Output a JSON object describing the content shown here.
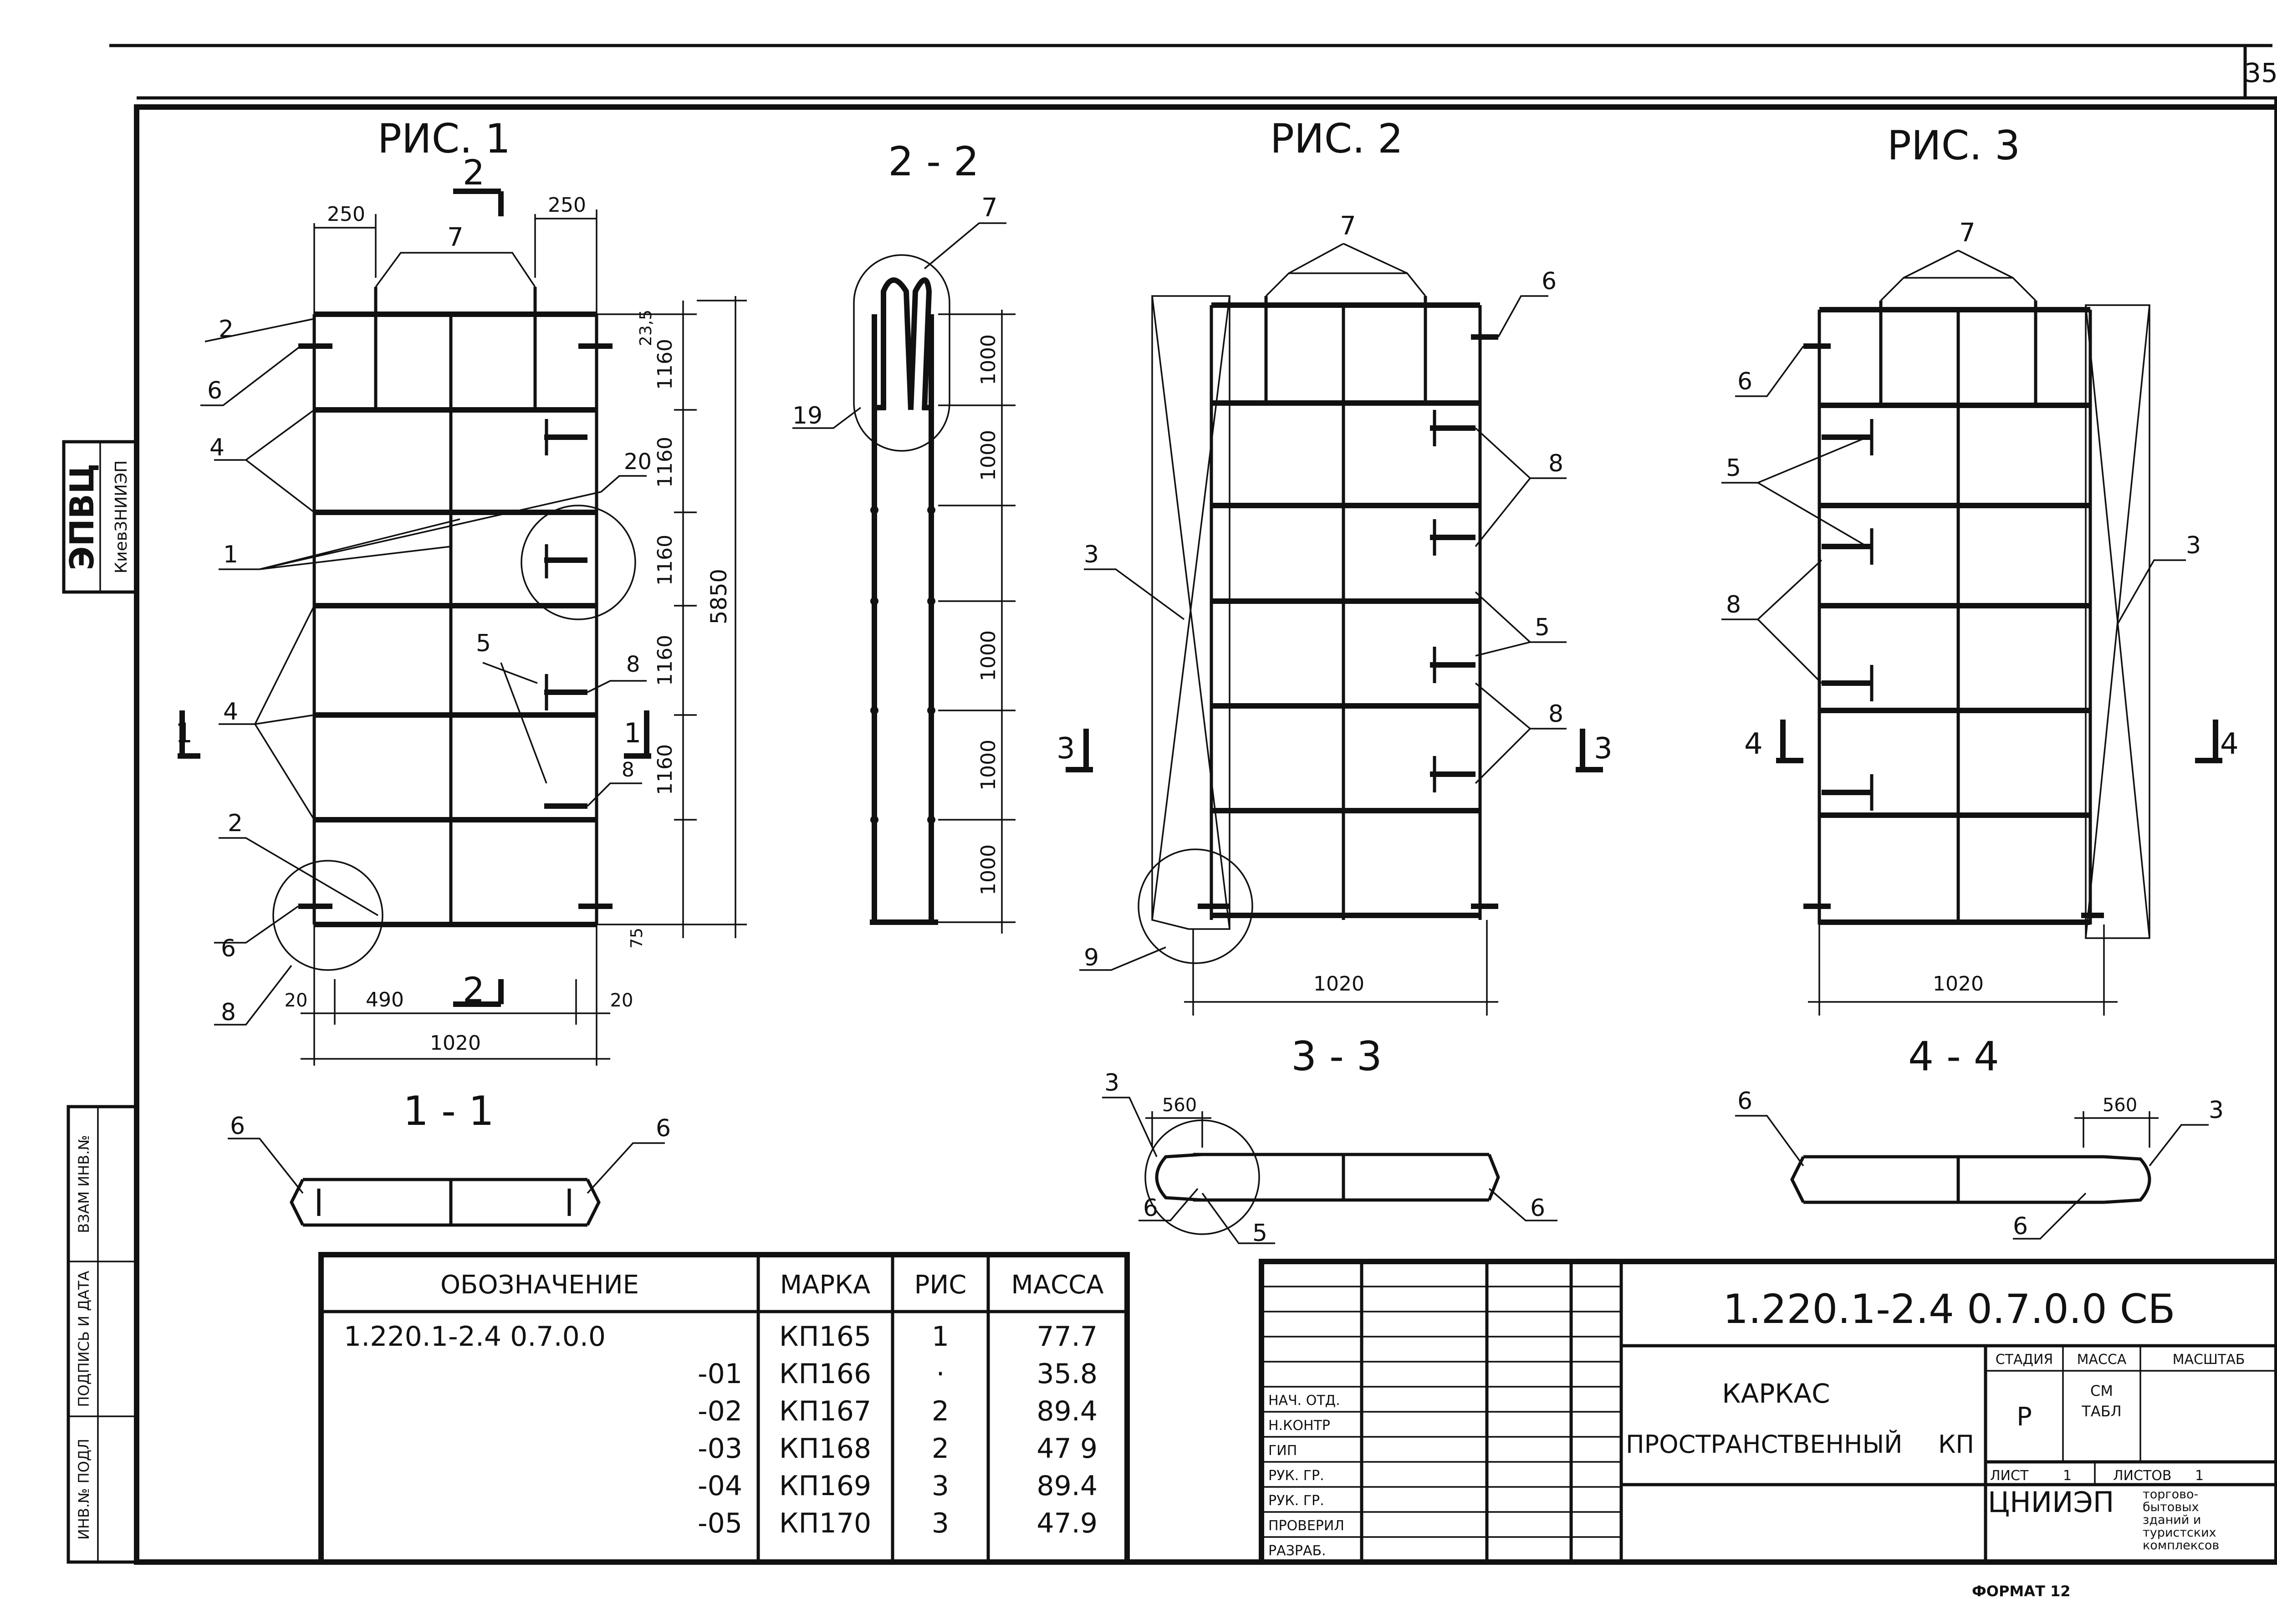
{
  "sheet_number": "35",
  "left_strip": {
    "org": "ЭПВЦ",
    "org_sub": "КиевЗНИИЭП",
    "vzam_inv": "ВЗАМ ИНВ.№",
    "podpis_data": "ПОДПИСЬ И ДАТА",
    "inv_podl": "ИНВ.№ ПОДЛ"
  },
  "figures": {
    "ris1": "РИС. 1",
    "ris2": "РИС. 2",
    "ris3": "РИС. 3",
    "sec22": "2 - 2",
    "sec11": "1 - 1",
    "sec33": "3 - 3",
    "sec44": "4 - 4"
  },
  "dims": {
    "d250": "250",
    "d1160": "1160",
    "d5850": "5850",
    "d235": "23,5",
    "d75": "75",
    "d20": "20",
    "d490": "490",
    "d1020": "1020",
    "d1000": "1000",
    "d560": "560"
  },
  "cuts": {
    "c1": "1",
    "c2": "2",
    "c3": "3",
    "c4": "4"
  },
  "callouts": {
    "n1": "1",
    "n2": "2",
    "n3": "3",
    "n4": "4",
    "n5": "5",
    "n6": "6",
    "n7": "7",
    "n8": "8",
    "n9": "9",
    "n19": "19",
    "n20": "20"
  },
  "spec_table": {
    "headers": [
      "ОБОЗНАЧЕНИЕ",
      "МАРКА",
      "РИС",
      "МАССА"
    ],
    "rows": [
      [
        "1.220.1-2.4 0.7.0.0",
        "КП165",
        "1",
        "77.7"
      ],
      [
        "-01",
        "КП166",
        "·",
        "35.8"
      ],
      [
        "-02",
        "КП167",
        "2",
        "89.4"
      ],
      [
        "-03",
        "КП168",
        "2",
        "47 9"
      ],
      [
        "-04",
        "КП169",
        "3",
        "89.4"
      ],
      [
        "-05",
        "КП170",
        "3",
        "47.9"
      ]
    ]
  },
  "title_block": {
    "doc_code": "1.220.1-2.4 0.7.0.0 СБ",
    "title_line1": "КАРКАС",
    "title_line2": "ПРОСТРАНСТВЕННЫЙ",
    "title_mark": "КП",
    "roles": [
      "НАЧ. ОТД.",
      "Н.КОНТР",
      "ГИП",
      "РУК. ГР.",
      "РУК. ГР.",
      "ПРОВЕРИЛ",
      "РАЗРАБ."
    ],
    "stage_header": "СТАДИЯ",
    "mass_header": "МАССА",
    "scale_header": "МАСШТАБ",
    "stage_value": "Р",
    "mass_value_1": "СМ",
    "mass_value_2": "ТАБЛ",
    "sheet_label": "ЛИСТ",
    "sheet_value": "1",
    "sheets_label": "ЛИСТОВ",
    "sheets_value": "1",
    "org": "ЦНИИЭП",
    "org_desc_1": "торгово-",
    "org_desc_2": "бытовых",
    "org_desc_3": "зданий и",
    "org_desc_4": "туристских",
    "org_desc_5": "комплексов"
  },
  "format_label": "ФОРМАТ 12"
}
